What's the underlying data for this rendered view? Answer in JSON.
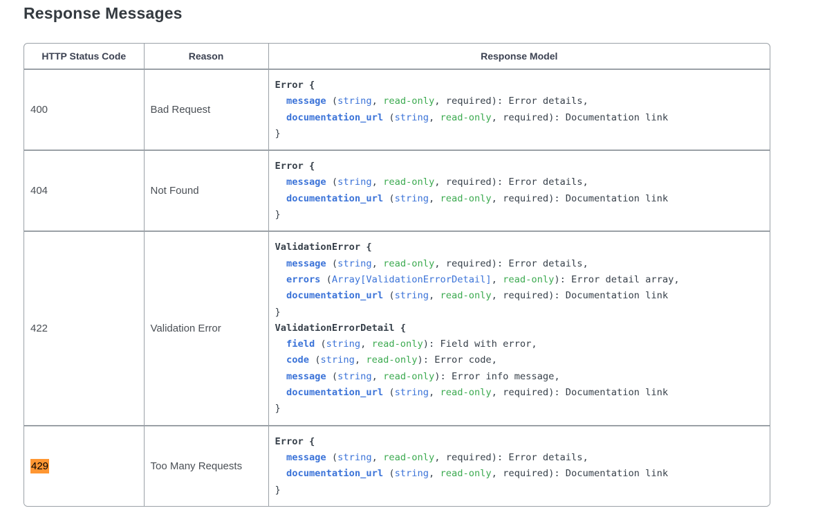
{
  "page": {
    "title": "Response Messages"
  },
  "colors": {
    "border": "#9aa0a6",
    "title_text": "#343a40",
    "header_text": "#3b4151",
    "body_text": "#4a4f55",
    "code_plain": "#37404a",
    "prop_name": "#3b73d8",
    "prop_type": "#3b73d8",
    "readonly": "#3caa50",
    "highlight_bg": "#ff9632",
    "highlight_text": "#000000"
  },
  "table": {
    "headers": [
      "HTTP Status Code",
      "Reason",
      "Response Model"
    ],
    "rows": [
      {
        "status_code": "400",
        "status_highlighted": false,
        "reason": "Bad Request",
        "model_lines": [
          [
            {
              "c": "decl",
              "x": "Error {"
            }
          ],
          [
            {
              "c": "plain",
              "x": "  "
            },
            {
              "c": "name",
              "x": "message"
            },
            {
              "c": "plain",
              "x": " ("
            },
            {
              "c": "type",
              "x": "string"
            },
            {
              "c": "plain",
              "x": ", "
            },
            {
              "c": "readonly",
              "x": "read-only"
            },
            {
              "c": "plain",
              "x": ", required): Error details,"
            }
          ],
          [
            {
              "c": "plain",
              "x": "  "
            },
            {
              "c": "name",
              "x": "documentation_url"
            },
            {
              "c": "plain",
              "x": " ("
            },
            {
              "c": "type",
              "x": "string"
            },
            {
              "c": "plain",
              "x": ", "
            },
            {
              "c": "readonly",
              "x": "read-only"
            },
            {
              "c": "plain",
              "x": ", required): Documentation link"
            }
          ],
          [
            {
              "c": "plain",
              "x": "}"
            }
          ]
        ]
      },
      {
        "status_code": "404",
        "status_highlighted": false,
        "reason": "Not Found",
        "model_lines": [
          [
            {
              "c": "decl",
              "x": "Error {"
            }
          ],
          [
            {
              "c": "plain",
              "x": "  "
            },
            {
              "c": "name",
              "x": "message"
            },
            {
              "c": "plain",
              "x": " ("
            },
            {
              "c": "type",
              "x": "string"
            },
            {
              "c": "plain",
              "x": ", "
            },
            {
              "c": "readonly",
              "x": "read-only"
            },
            {
              "c": "plain",
              "x": ", required): Error details,"
            }
          ],
          [
            {
              "c": "plain",
              "x": "  "
            },
            {
              "c": "name",
              "x": "documentation_url"
            },
            {
              "c": "plain",
              "x": " ("
            },
            {
              "c": "type",
              "x": "string"
            },
            {
              "c": "plain",
              "x": ", "
            },
            {
              "c": "readonly",
              "x": "read-only"
            },
            {
              "c": "plain",
              "x": ", required): Documentation link"
            }
          ],
          [
            {
              "c": "plain",
              "x": "}"
            }
          ]
        ]
      },
      {
        "status_code": "422",
        "status_highlighted": false,
        "reason": "Validation Error",
        "model_lines": [
          [
            {
              "c": "decl",
              "x": "ValidationError {"
            }
          ],
          [
            {
              "c": "plain",
              "x": "  "
            },
            {
              "c": "name",
              "x": "message"
            },
            {
              "c": "plain",
              "x": " ("
            },
            {
              "c": "type",
              "x": "string"
            },
            {
              "c": "plain",
              "x": ", "
            },
            {
              "c": "readonly",
              "x": "read-only"
            },
            {
              "c": "plain",
              "x": ", required): Error details,"
            }
          ],
          [
            {
              "c": "plain",
              "x": "  "
            },
            {
              "c": "name",
              "x": "errors"
            },
            {
              "c": "plain",
              "x": " ("
            },
            {
              "c": "type",
              "x": "Array[ValidationErrorDetail]"
            },
            {
              "c": "plain",
              "x": ", "
            },
            {
              "c": "readonly",
              "x": "read-only"
            },
            {
              "c": "plain",
              "x": "): Error detail array,"
            }
          ],
          [
            {
              "c": "plain",
              "x": "  "
            },
            {
              "c": "name",
              "x": "documentation_url"
            },
            {
              "c": "plain",
              "x": " ("
            },
            {
              "c": "type",
              "x": "string"
            },
            {
              "c": "plain",
              "x": ", "
            },
            {
              "c": "readonly",
              "x": "read-only"
            },
            {
              "c": "plain",
              "x": ", required): Documentation link"
            }
          ],
          [
            {
              "c": "plain",
              "x": "}"
            }
          ],
          [
            {
              "c": "decl",
              "x": "ValidationErrorDetail {"
            }
          ],
          [
            {
              "c": "plain",
              "x": "  "
            },
            {
              "c": "name",
              "x": "field"
            },
            {
              "c": "plain",
              "x": " ("
            },
            {
              "c": "type",
              "x": "string"
            },
            {
              "c": "plain",
              "x": ", "
            },
            {
              "c": "readonly",
              "x": "read-only"
            },
            {
              "c": "plain",
              "x": "): Field with error,"
            }
          ],
          [
            {
              "c": "plain",
              "x": "  "
            },
            {
              "c": "name",
              "x": "code"
            },
            {
              "c": "plain",
              "x": " ("
            },
            {
              "c": "type",
              "x": "string"
            },
            {
              "c": "plain",
              "x": ", "
            },
            {
              "c": "readonly",
              "x": "read-only"
            },
            {
              "c": "plain",
              "x": "): Error code,"
            }
          ],
          [
            {
              "c": "plain",
              "x": "  "
            },
            {
              "c": "name",
              "x": "message"
            },
            {
              "c": "plain",
              "x": " ("
            },
            {
              "c": "type",
              "x": "string"
            },
            {
              "c": "plain",
              "x": ", "
            },
            {
              "c": "readonly",
              "x": "read-only"
            },
            {
              "c": "plain",
              "x": "): Error info message,"
            }
          ],
          [
            {
              "c": "plain",
              "x": "  "
            },
            {
              "c": "name",
              "x": "documentation_url"
            },
            {
              "c": "plain",
              "x": " ("
            },
            {
              "c": "type",
              "x": "string"
            },
            {
              "c": "plain",
              "x": ", "
            },
            {
              "c": "readonly",
              "x": "read-only"
            },
            {
              "c": "plain",
              "x": ", required): Documentation link"
            }
          ],
          [
            {
              "c": "plain",
              "x": "}"
            }
          ]
        ]
      },
      {
        "status_code": "429",
        "status_highlighted": true,
        "reason": "Too Many Requests",
        "model_lines": [
          [
            {
              "c": "decl",
              "x": "Error {"
            }
          ],
          [
            {
              "c": "plain",
              "x": "  "
            },
            {
              "c": "name",
              "x": "message"
            },
            {
              "c": "plain",
              "x": " ("
            },
            {
              "c": "type",
              "x": "string"
            },
            {
              "c": "plain",
              "x": ", "
            },
            {
              "c": "readonly",
              "x": "read-only"
            },
            {
              "c": "plain",
              "x": ", required): Error details,"
            }
          ],
          [
            {
              "c": "plain",
              "x": "  "
            },
            {
              "c": "name",
              "x": "documentation_url"
            },
            {
              "c": "plain",
              "x": " ("
            },
            {
              "c": "type",
              "x": "string"
            },
            {
              "c": "plain",
              "x": ", "
            },
            {
              "c": "readonly",
              "x": "read-only"
            },
            {
              "c": "plain",
              "x": ", required): Documentation link"
            }
          ],
          [
            {
              "c": "plain",
              "x": "}"
            }
          ]
        ]
      }
    ]
  }
}
